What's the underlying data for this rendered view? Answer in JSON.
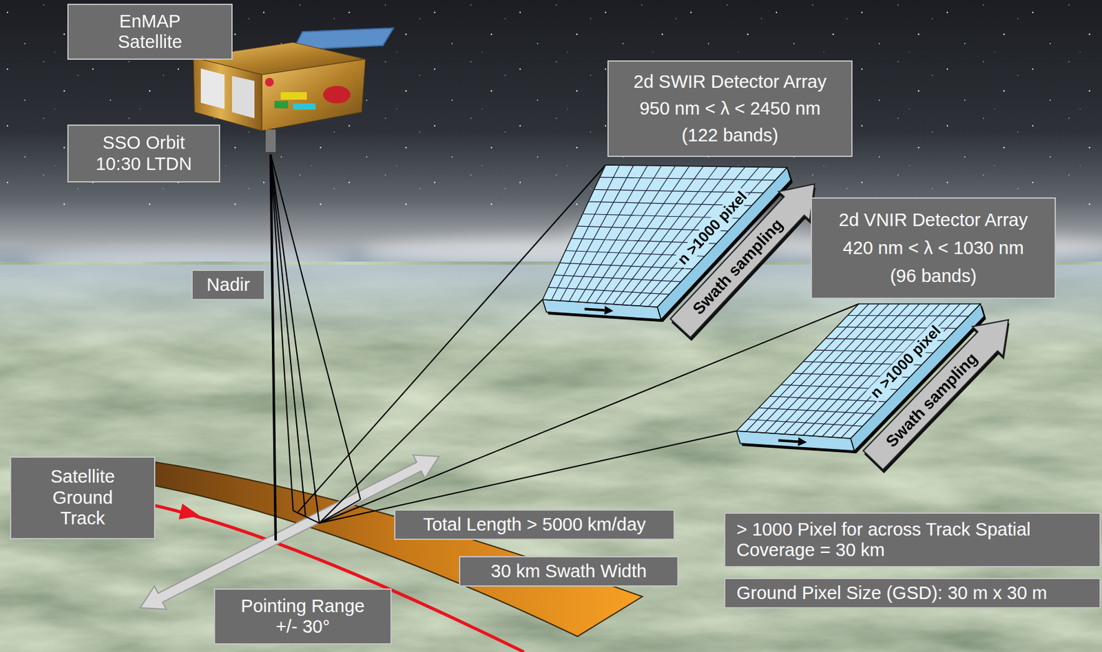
{
  "diagram": {
    "nodes": [
      {
        "text": [
          "EnMAP Satellite"
        ]
      },
      {
        "text": [
          "SSO Orbit 10:30 LTDN"
        ]
      },
      {
        "text": [
          "2d SWIR Detector Array",
          "950 nm < λ < 2450 nm",
          "(122 bands)"
        ]
      },
      {
        "text": [
          "Nadir"
        ]
      },
      {
        "text": [
          "2d VNIR Detector Array",
          "420 nm < λ < 1030 nm",
          "(96 bands)"
        ]
      },
      {
        "text": [
          "Satellite Ground Track"
        ]
      },
      {
        "text": [
          "Total Length > 5000 km/day"
        ]
      },
      {
        "text": [
          "> 1000 Pixel for across Track Spatial Coverage = 30 km"
        ]
      },
      {
        "text": [
          "30 km Swath Width"
        ]
      },
      {
        "text": [
          "Ground Pixel Size (GSD): 30 m x 30 m"
        ]
      },
      {
        "text": [
          "Pointing Range +/- 30°"
        ]
      }
    ],
    "labels": [
      "n >1000 pixel",
      "Swath sampling",
      "n >1000 pixel",
      "Swath sampling"
    ]
  }
}
